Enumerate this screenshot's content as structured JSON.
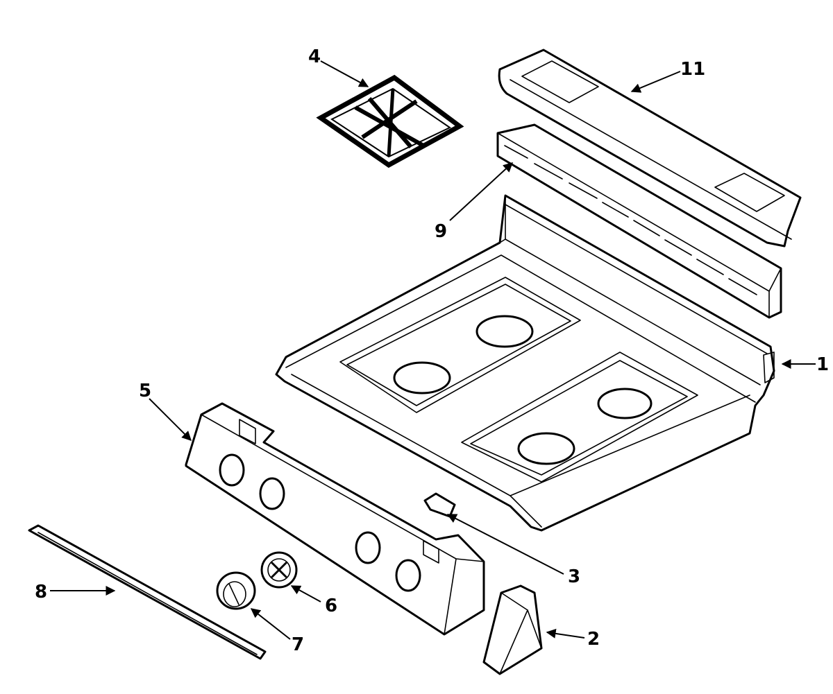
{
  "callouts": [
    {
      "id": "1",
      "text": "1"
    },
    {
      "id": "2",
      "text": "2"
    },
    {
      "id": "3",
      "text": "3"
    },
    {
      "id": "4",
      "text": "4"
    },
    {
      "id": "5",
      "text": "5"
    },
    {
      "id": "6",
      "text": "6"
    },
    {
      "id": "7",
      "text": "7"
    },
    {
      "id": "8",
      "text": "8"
    },
    {
      "id": "9",
      "text": "9"
    },
    {
      "id": "11",
      "text": "11"
    }
  ],
  "colors": {
    "line": "#000000",
    "background": "#ffffff"
  }
}
